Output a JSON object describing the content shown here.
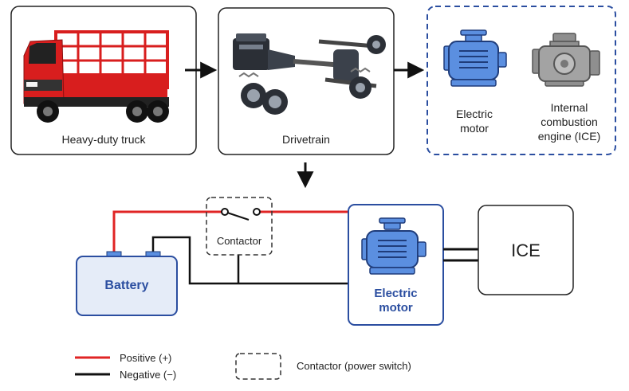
{
  "top_row": {
    "truck_label": "Heavy-duty truck",
    "drivetrain_label": "Drivetrain",
    "options": [
      {
        "label_line1": "Electric",
        "label_line2": "motor"
      },
      {
        "label_line1": "Internal",
        "label_line2": "combustion",
        "label_line3": "engine (ICE)"
      }
    ]
  },
  "circuit": {
    "battery_label": "Battery",
    "contactor_label": "Contactor",
    "motor_label_line1": "Electric",
    "motor_label_line2": "motor",
    "ice_label": "ICE"
  },
  "legend": {
    "positive": "Positive (+)",
    "negative": "Negative (−)",
    "contactor": "Contactor (power switch)"
  },
  "colors": {
    "positive_wire": "#e02424",
    "negative_wire": "#111111",
    "accent_blue": "#2b4ea0",
    "motor_fill": "#5b8fe0",
    "engine_fill": "#8f8f8f",
    "truck_red": "#d81e1e"
  }
}
